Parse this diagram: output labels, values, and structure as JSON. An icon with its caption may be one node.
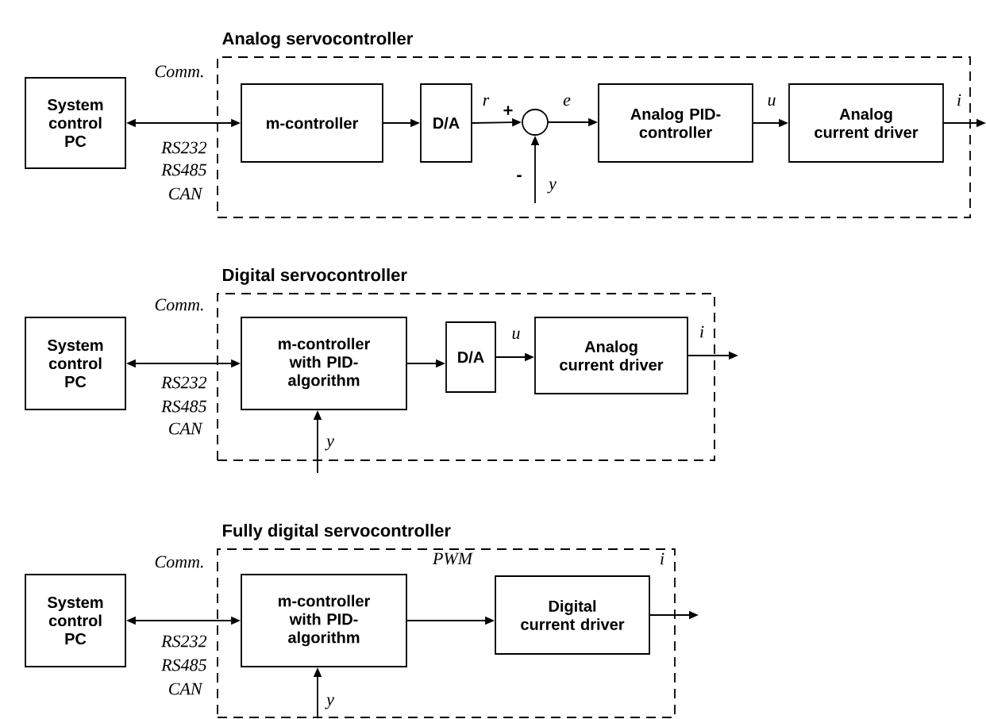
{
  "diagram": {
    "nodes": [
      {
        "text": [
          "Analog servocontroller"
        ]
      },
      {
        "text": [
          "System control PC"
        ]
      },
      {
        "text": [
          "m-controller"
        ],
        "in": 0
      },
      {
        "text": [
          "D/A"
        ],
        "in": 0
      },
      {
        "text": [],
        "shape": "circle",
        "in": 0
      },
      {
        "text": [
          "Analog PID-controller"
        ],
        "in": 0
      },
      {
        "text": [
          "Analog current driver"
        ],
        "in": 0
      },
      {
        "text": [
          "Digital servocontroller"
        ]
      },
      {
        "text": [
          "System control PC"
        ]
      },
      {
        "text": [
          "m-controller with PID-algorithm"
        ],
        "in": 7
      },
      {
        "text": [
          "D/A"
        ],
        "in": 7
      },
      {
        "text": [
          "Analog current driver"
        ],
        "in": 7
      },
      {
        "text": [
          "Fully digital servocontroller"
        ]
      },
      {
        "text": [
          "System control PC"
        ]
      },
      {
        "text": [
          "m-controller with PID-algorithm"
        ],
        "in": 12
      },
      {
        "text": [
          "Digital current driver"
        ],
        "in": 12
      }
    ],
    "edges": [
      {
        "from": 1,
        "to": 2,
        "arrow": "both",
        "label": "Comm."
      },
      {
        "from": 2,
        "to": 3,
        "arrow": "to"
      },
      {
        "from": 3,
        "to": 4,
        "arrow": "to",
        "label": "r"
      },
      {
        "from": 4,
        "to": 5,
        "arrow": "to",
        "label": "e"
      },
      {
        "from": 5,
        "to": 6,
        "arrow": "to",
        "label": "u"
      },
      {
        "from": 6,
        "to": null,
        "arrow": "to",
        "label": "i"
      },
      {
        "from": null,
        "to": 4,
        "arrow": "to",
        "label": "y"
      },
      {
        "from": 8,
        "to": 9,
        "arrow": "both",
        "label": "Comm."
      },
      {
        "from": 9,
        "to": 10,
        "arrow": "to"
      },
      {
        "from": 10,
        "to": 11,
        "arrow": "to",
        "label": "u"
      },
      {
        "from": 11,
        "to": null,
        "arrow": "to",
        "label": "i"
      },
      {
        "from": null,
        "to": 9,
        "arrow": "to",
        "label": "y"
      },
      {
        "from": 13,
        "to": 14,
        "arrow": "both",
        "label": "Comm."
      },
      {
        "from": 14,
        "to": 15,
        "arrow": "to",
        "label": "PWM"
      },
      {
        "from": 15,
        "to": null,
        "arrow": "to",
        "label": "i"
      },
      {
        "from": null,
        "to": 14,
        "arrow": "to",
        "label": "y"
      }
    ],
    "labels": [
      "+",
      "-",
      "RS232",
      "RS485",
      "CAN",
      "RS232",
      "RS485",
      "CAN",
      "RS232",
      "RS485",
      "CAN"
    ]
  }
}
